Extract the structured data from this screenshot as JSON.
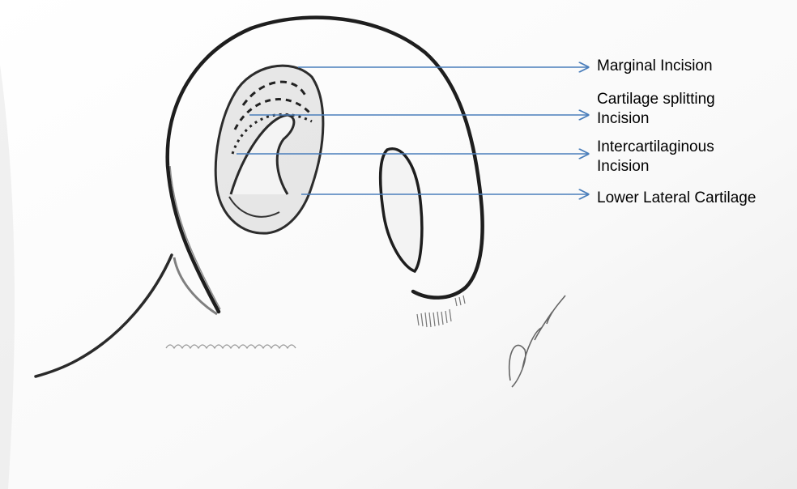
{
  "labels": {
    "marginal": "Marginal Incision",
    "cartilage_splitting_line1": "Cartilage splitting",
    "cartilage_splitting_line2": "Incision",
    "intercartilaginous_line1": "Intercartilaginous",
    "intercartilaginous_line2": "Incision",
    "lower_lateral": "Lower Lateral Cartilage"
  },
  "colors": {
    "pointer": "#4a7ebb",
    "pencil": "#2a2a2a"
  }
}
